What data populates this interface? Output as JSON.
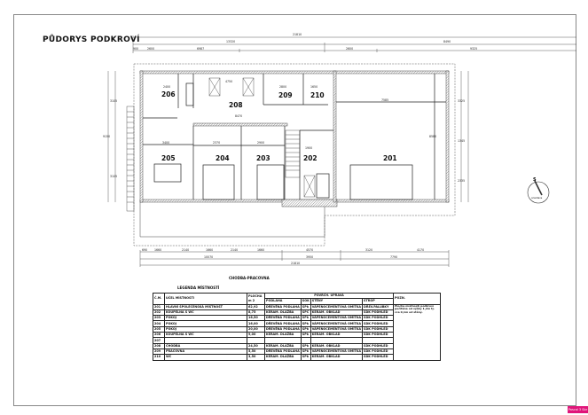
{
  "title": "PŮDORYS PODKROVÍ",
  "rooms": {
    "r201": "201",
    "r202": "202",
    "r203": "203",
    "r204": "204",
    "r205": "205",
    "r206": "206",
    "r208": "208",
    "r209": "209",
    "r210": "210"
  },
  "dims": {
    "top_total": "21810",
    "top_a": "13320",
    "top_b": "8490",
    "top_c1": "900",
    "top_c2": "2600",
    "top_c3": "6987",
    "top_c4": "2600",
    "top_c5": "9325",
    "inner_206": "2400",
    "inner_208": "4750",
    "inner_209": "2800",
    "inner_210": "1650",
    "inner_corr": "8470",
    "inner_205": "3400",
    "inner_204": "2370",
    "inner_203": "2900",
    "inner_202": "1900",
    "inner_201": "7585",
    "inner_201v": "8580",
    "bot_1": "690",
    "bot_2": "1660",
    "bot_3": "2140",
    "bot_4": "1660",
    "bot_5": "2140",
    "bot_6": "1660",
    "bot_7": "4570",
    "bot_8": "3120",
    "bot_9": "4170",
    "bot_r2a": "10070",
    "bot_r2b": "3950",
    "bot_r2c": "7790",
    "bot_total": "21810",
    "right_1": "3325",
    "right_2": "2335",
    "right_3": "1345",
    "left_1": "3105",
    "left_2": "9150",
    "left_3": "3105"
  },
  "orientation_label": "orientace",
  "orientation_letter": "S",
  "corridor_note": "CHODBA-PRACOVNA",
  "legend": {
    "title": "LEGENDA MÍSTNOSTÍ",
    "headers": {
      "num": "Č.M.",
      "purpose": "ÚČEL MÍSTNOSTI",
      "area": "PLOCHA m 2",
      "surface": "POVRCH. ÚPRAVA",
      "floor": "PODLAHA",
      "skirting": "SOK",
      "walls": "STĚNY",
      "ceiling": "STROP",
      "note": "POZN."
    },
    "rows": [
      {
        "num": "201",
        "purpose": "HLAVNÍ SPOLEČENSKÁ MÍSTNOST",
        "area": "62,92",
        "floor": "DŘEVĚNÁ PODLAHA",
        "skirting": "SPk",
        "walls": "VÁPENOCEMENTOVÁ OMÍTKA",
        "ceiling": "DŘEV.PALUBKY"
      },
      {
        "num": "202",
        "purpose": "KOUPELNA S WC",
        "area": "8,75",
        "floor": "KERAM. DLAŽBA",
        "skirting": "SPC",
        "walls": "KERAM. OBKLAD",
        "ceiling": "SDK PODHLED"
      },
      {
        "num": "203",
        "purpose": "POKOJ",
        "area": "16,50",
        "floor": "DŘEVĚNÁ PODLAHA",
        "skirting": "SPk",
        "walls": "VÁPENOCEMENTOVÁ OMÍTKA",
        "ceiling": "SDK PODHLED"
      },
      {
        "num": "204",
        "purpose": "POKOJ",
        "area": "16,00",
        "floor": "DŘEVĚNÁ PODLAHA",
        "skirting": "SPk",
        "walls": "VÁPENOCEMENTOVÁ OMÍTKA",
        "ceiling": "SDK PODHLED"
      },
      {
        "num": "205",
        "purpose": "POKOJ",
        "area": "20,00",
        "floor": "DŘEVĚNÁ PODLAHA",
        "skirting": "SPk",
        "walls": "VÁPENOCEMENTOVÁ OMÍTKA",
        "ceiling": "SDK PODHLED"
      },
      {
        "num": "206",
        "purpose": "KOUPELNA S WC",
        "area": "9,00",
        "floor": "KERAM. DLAŽBA",
        "skirting": "SPk",
        "walls": "KERAM. OBKLAD",
        "ceiling": "SDK PODHLED"
      },
      {
        "num": "207",
        "purpose": "",
        "area": "",
        "floor": "",
        "skirting": "",
        "walls": "",
        "ceiling": ""
      },
      {
        "num": "208",
        "purpose": "CHODBA",
        "area": "24,50",
        "floor": "KERAM. DLAŽBA",
        "skirting": "SPk",
        "walls": "KERAM. OBKLAD",
        "ceiling": "SDK PODHLED"
      },
      {
        "num": "209",
        "purpose": "PRACOVNA",
        "area": "5,50",
        "floor": "DŘEVĚNÁ PODLAHA",
        "skirting": "SPk",
        "walls": "VÁPENOCEMENTOVÁ OMÍTKA",
        "ceiling": "SDK PODHLED"
      },
      {
        "num": "210",
        "purpose": "WC",
        "area": "3,50",
        "floor": "KERAM. DLAŽBA",
        "skirting": "SPk",
        "walls": "KERAM. OBKLAD",
        "ceiling": "SDK PODHLED"
      }
    ],
    "note_text": "Plocha místností podkroví počítána od výšky 1,2m tj. cca 0,1m od stěny."
  },
  "badge": "Pascal 3 Sbr",
  "colors": {
    "badge": "#e0157a",
    "wall_hatch": "#999999"
  }
}
